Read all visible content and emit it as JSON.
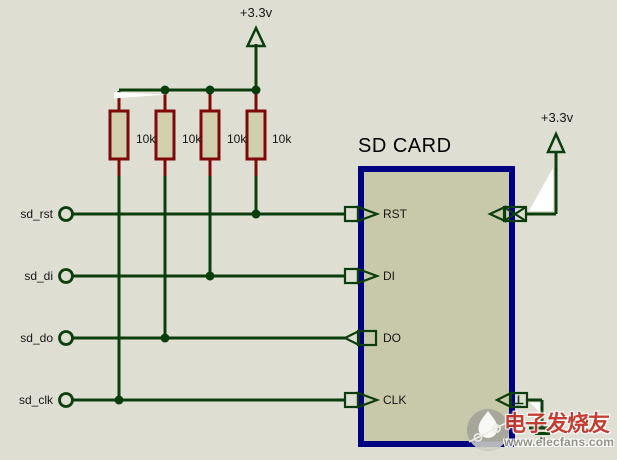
{
  "colors": {
    "background": "#DEDED2",
    "wire_green": "#0C3D0C",
    "resistor_red": "#7F0909",
    "resistor_fill": "#D2CFAF",
    "chip_fill": "#C8C8AA",
    "chip_border_blue": "#000082",
    "text": "#161616",
    "watermark_red": "#C3372B",
    "watermark_grey": "#8F8F85"
  },
  "power": {
    "top_label": "+3.3v",
    "right_label": "+3.3v"
  },
  "resistors": [
    {
      "value": "10k"
    },
    {
      "value": "10k"
    },
    {
      "value": "10k"
    },
    {
      "value": "10k"
    }
  ],
  "terminals": [
    {
      "label": "sd_rst"
    },
    {
      "label": "sd_di"
    },
    {
      "label": "sd_do"
    },
    {
      "label": "sd_clk"
    }
  ],
  "chip": {
    "title": "SD CARD",
    "pins": [
      {
        "name": "RST"
      },
      {
        "name": "DI"
      },
      {
        "name": "DO"
      },
      {
        "name": "CLK"
      }
    ]
  },
  "watermark": {
    "brand": "电子发烧友",
    "url": "www.elecfans.com"
  }
}
